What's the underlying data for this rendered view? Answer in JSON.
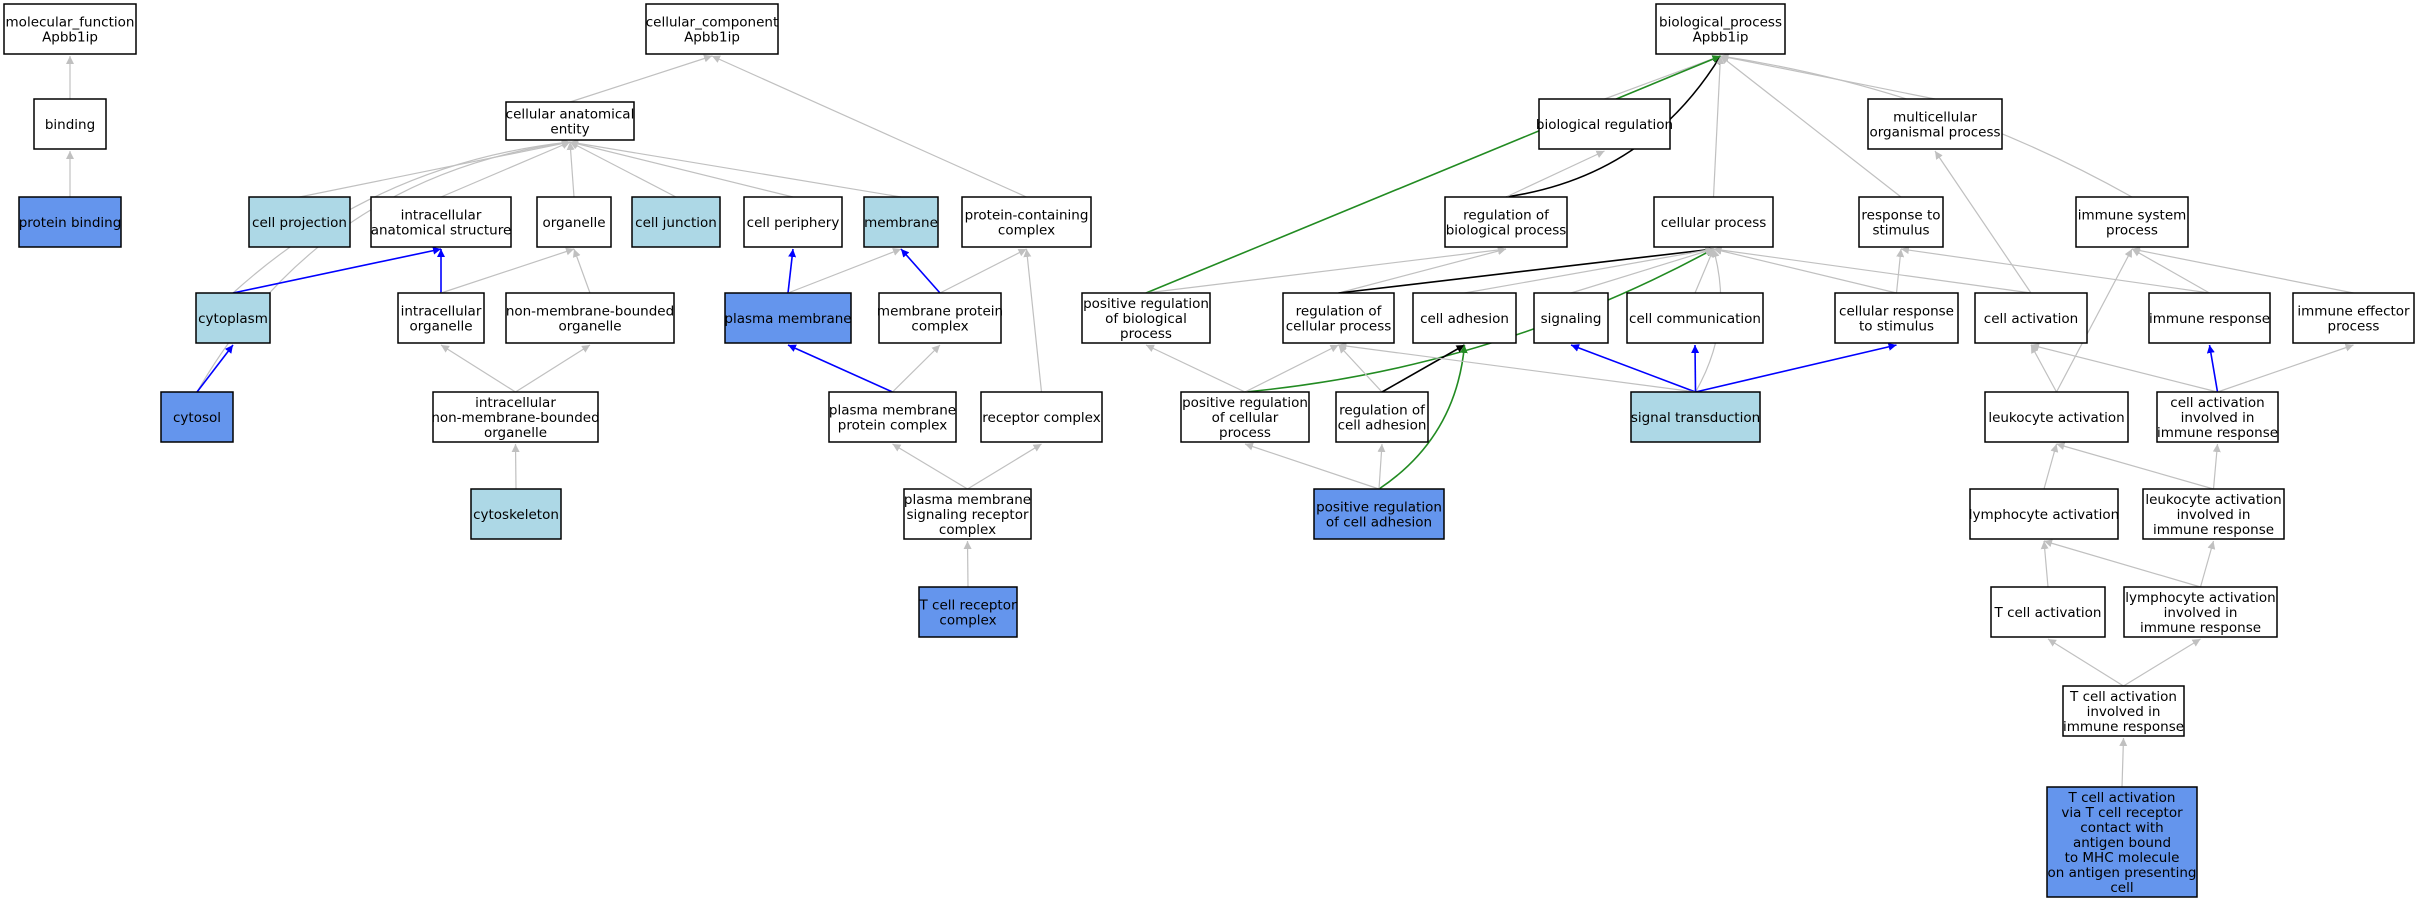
{
  "colors": {
    "white": "#ffffff",
    "light": "#add8e6",
    "dark": "#6495ed",
    "edge_grey": "#c0c0c0",
    "edge_blue": "#0000ff",
    "edge_black": "#000000",
    "edge_green": "#228b22"
  },
  "nodes": [
    {
      "id": "mf",
      "label": [
        "molecular_function",
        "Apbb1ip"
      ],
      "fill": "white"
    },
    {
      "id": "binding",
      "label": [
        "binding"
      ],
      "fill": "white"
    },
    {
      "id": "protein_binding",
      "label": [
        "protein binding"
      ],
      "fill": "dark"
    },
    {
      "id": "cc",
      "label": [
        "cellular_component",
        "Apbb1ip"
      ],
      "fill": "white"
    },
    {
      "id": "cae",
      "label": [
        "cellular anatomical",
        "entity"
      ],
      "fill": "white"
    },
    {
      "id": "cell_projection",
      "label": [
        "cell projection"
      ],
      "fill": "light"
    },
    {
      "id": "ias",
      "label": [
        "intracellular",
        "anatomical structure"
      ],
      "fill": "white"
    },
    {
      "id": "organelle",
      "label": [
        "organelle"
      ],
      "fill": "white"
    },
    {
      "id": "cell_junction",
      "label": [
        "cell junction"
      ],
      "fill": "light"
    },
    {
      "id": "cell_periphery",
      "label": [
        "cell periphery"
      ],
      "fill": "white"
    },
    {
      "id": "membrane",
      "label": [
        "membrane"
      ],
      "fill": "light"
    },
    {
      "id": "pcc",
      "label": [
        "protein-containing",
        "complex"
      ],
      "fill": "white"
    },
    {
      "id": "cytoplasm",
      "label": [
        "cytoplasm"
      ],
      "fill": "light"
    },
    {
      "id": "io",
      "label": [
        "intracellular",
        "organelle"
      ],
      "fill": "white"
    },
    {
      "id": "nmbo",
      "label": [
        "non-membrane-bounded",
        "organelle"
      ],
      "fill": "white"
    },
    {
      "id": "plasma_membrane",
      "label": [
        "plasma membrane"
      ],
      "fill": "dark"
    },
    {
      "id": "mpc",
      "label": [
        "membrane protein",
        "complex"
      ],
      "fill": "white"
    },
    {
      "id": "cytosol",
      "label": [
        "cytosol"
      ],
      "fill": "dark"
    },
    {
      "id": "inmbo",
      "label": [
        "intracellular",
        "non-membrane-bounded",
        "organelle"
      ],
      "fill": "white"
    },
    {
      "id": "pmpc",
      "label": [
        "plasma membrane",
        "protein complex"
      ],
      "fill": "white"
    },
    {
      "id": "receptor_complex",
      "label": [
        "receptor complex"
      ],
      "fill": "white"
    },
    {
      "id": "cytoskeleton",
      "label": [
        "cytoskeleton"
      ],
      "fill": "light"
    },
    {
      "id": "pmsrc",
      "label": [
        "plasma membrane",
        "signaling receptor",
        "complex"
      ],
      "fill": "white"
    },
    {
      "id": "tcr_complex",
      "label": [
        "T cell receptor",
        "complex"
      ],
      "fill": "dark"
    },
    {
      "id": "bp",
      "label": [
        "biological_process",
        "Apbb1ip"
      ],
      "fill": "white"
    },
    {
      "id": "bio_reg",
      "label": [
        "biological regulation"
      ],
      "fill": "white"
    },
    {
      "id": "multicellular",
      "label": [
        "multicellular",
        "organismal process"
      ],
      "fill": "white"
    },
    {
      "id": "reg_bp",
      "label": [
        "regulation of",
        "biological process"
      ],
      "fill": "white"
    },
    {
      "id": "cellular_process",
      "label": [
        "cellular process"
      ],
      "fill": "white"
    },
    {
      "id": "response_stim",
      "label": [
        "response to",
        "stimulus"
      ],
      "fill": "white"
    },
    {
      "id": "immune_system",
      "label": [
        "immune system",
        "process"
      ],
      "fill": "white"
    },
    {
      "id": "pos_reg_bp",
      "label": [
        "positive regulation",
        "of biological",
        "process"
      ],
      "fill": "white"
    },
    {
      "id": "reg_cp",
      "label": [
        "regulation of",
        "cellular process"
      ],
      "fill": "white"
    },
    {
      "id": "cell_adhesion",
      "label": [
        "cell adhesion"
      ],
      "fill": "white"
    },
    {
      "id": "signaling",
      "label": [
        "signaling"
      ],
      "fill": "white"
    },
    {
      "id": "cell_comm",
      "label": [
        "cell communication"
      ],
      "fill": "white"
    },
    {
      "id": "cell_resp_stim",
      "label": [
        "cellular response",
        "to stimulus"
      ],
      "fill": "white"
    },
    {
      "id": "cell_activation",
      "label": [
        "cell activation"
      ],
      "fill": "white"
    },
    {
      "id": "immune_response",
      "label": [
        "immune response"
      ],
      "fill": "white"
    },
    {
      "id": "immune_effector",
      "label": [
        "immune effector",
        "process"
      ],
      "fill": "white"
    },
    {
      "id": "pos_reg_cp",
      "label": [
        "positive regulation",
        "of cellular",
        "process"
      ],
      "fill": "white"
    },
    {
      "id": "reg_ca",
      "label": [
        "regulation of",
        "cell adhesion"
      ],
      "fill": "white"
    },
    {
      "id": "signal_trans",
      "label": [
        "signal transduction"
      ],
      "fill": "light"
    },
    {
      "id": "leuk_act",
      "label": [
        "leukocyte activation"
      ],
      "fill": "white"
    },
    {
      "id": "ca_immune",
      "label": [
        "cell activation",
        "involved in",
        "immune response"
      ],
      "fill": "white"
    },
    {
      "id": "pos_reg_ca",
      "label": [
        "positive regulation",
        "of cell adhesion"
      ],
      "fill": "dark"
    },
    {
      "id": "lymph_act",
      "label": [
        "lymphocyte activation"
      ],
      "fill": "white"
    },
    {
      "id": "leuk_immune",
      "label": [
        "leukocyte activation",
        "involved in",
        "immune response"
      ],
      "fill": "white"
    },
    {
      "id": "tcell_act",
      "label": [
        "T cell activation"
      ],
      "fill": "white"
    },
    {
      "id": "lymph_immune",
      "label": [
        "lymphocyte activation",
        "involved in",
        "immune response"
      ],
      "fill": "white"
    },
    {
      "id": "tcell_immune",
      "label": [
        "T cell activation",
        "involved in",
        "immune response"
      ],
      "fill": "white"
    },
    {
      "id": "tcell_tcr",
      "label": [
        "T cell activation",
        "via T cell receptor",
        "contact with",
        "antigen bound",
        "to MHC molecule",
        "on antigen presenting",
        "cell"
      ],
      "fill": "dark"
    }
  ],
  "edges": [
    {
      "from": "binding",
      "to": "mf",
      "color": "grey"
    },
    {
      "from": "protein_binding",
      "to": "binding",
      "color": "grey"
    },
    {
      "from": "cae",
      "to": "cc",
      "color": "grey"
    },
    {
      "from": "pcc",
      "to": "cc",
      "color": "grey"
    },
    {
      "from": "cell_projection",
      "to": "cae",
      "color": "grey"
    },
    {
      "from": "ias",
      "to": "cae",
      "color": "grey"
    },
    {
      "from": "organelle",
      "to": "cae",
      "color": "grey"
    },
    {
      "from": "cell_junction",
      "to": "cae",
      "color": "grey"
    },
    {
      "from": "cell_periphery",
      "to": "cae",
      "color": "grey"
    },
    {
      "from": "membrane",
      "to": "cae",
      "color": "grey"
    },
    {
      "from": "cytoplasm",
      "to": "cae",
      "color": "grey"
    },
    {
      "from": "cytosol",
      "to": "cae",
      "color": "grey"
    },
    {
      "from": "cytoplasm",
      "to": "ias",
      "color": "blue"
    },
    {
      "from": "io",
      "to": "ias",
      "color": "blue"
    },
    {
      "from": "io",
      "to": "organelle",
      "color": "grey"
    },
    {
      "from": "nmbo",
      "to": "organelle",
      "color": "grey"
    },
    {
      "from": "plasma_membrane",
      "to": "cell_periphery",
      "color": "blue"
    },
    {
      "from": "plasma_membrane",
      "to": "membrane",
      "color": "grey"
    },
    {
      "from": "mpc",
      "to": "membrane",
      "color": "blue"
    },
    {
      "from": "mpc",
      "to": "pcc",
      "color": "grey"
    },
    {
      "from": "receptor_complex",
      "to": "pcc",
      "color": "grey"
    },
    {
      "from": "cytosol",
      "to": "cytoplasm",
      "color": "blue"
    },
    {
      "from": "inmbo",
      "to": "io",
      "color": "grey"
    },
    {
      "from": "inmbo",
      "to": "nmbo",
      "color": "grey"
    },
    {
      "from": "pmpc",
      "to": "plasma_membrane",
      "color": "blue"
    },
    {
      "from": "pmpc",
      "to": "mpc",
      "color": "grey"
    },
    {
      "from": "cytoskeleton",
      "to": "inmbo",
      "color": "grey"
    },
    {
      "from": "pmsrc",
      "to": "pmpc",
      "color": "grey"
    },
    {
      "from": "pmsrc",
      "to": "receptor_complex",
      "color": "grey"
    },
    {
      "from": "tcr_complex",
      "to": "pmsrc",
      "color": "grey"
    },
    {
      "from": "bio_reg",
      "to": "bp",
      "color": "grey"
    },
    {
      "from": "multicellular",
      "to": "bp",
      "color": "grey"
    },
    {
      "from": "reg_bp",
      "to": "bp",
      "color": "black"
    },
    {
      "from": "cellular_process",
      "to": "bp",
      "color": "grey"
    },
    {
      "from": "response_stim",
      "to": "bp",
      "color": "grey"
    },
    {
      "from": "immune_system",
      "to": "bp",
      "color": "grey"
    },
    {
      "from": "pos_reg_bp",
      "to": "bp",
      "color": "green"
    },
    {
      "from": "reg_bp",
      "to": "bio_reg",
      "color": "grey"
    },
    {
      "from": "pos_reg_bp",
      "to": "reg_bp",
      "color": "grey"
    },
    {
      "from": "reg_cp",
      "to": "reg_bp",
      "color": "grey"
    },
    {
      "from": "reg_cp",
      "to": "cellular_process",
      "color": "black"
    },
    {
      "from": "pos_reg_cp",
      "to": "cellular_process",
      "color": "green"
    },
    {
      "from": "cell_adhesion",
      "to": "cellular_process",
      "color": "grey"
    },
    {
      "from": "signaling",
      "to": "cellular_process",
      "color": "grey"
    },
    {
      "from": "cell_comm",
      "to": "cellular_process",
      "color": "grey"
    },
    {
      "from": "cell_resp_stim",
      "to": "cellular_process",
      "color": "grey"
    },
    {
      "from": "cell_activation",
      "to": "cellular_process",
      "color": "grey"
    },
    {
      "from": "signal_trans",
      "to": "cellular_process",
      "color": "grey"
    },
    {
      "from": "cell_resp_stim",
      "to": "response_stim",
      "color": "grey"
    },
    {
      "from": "immune_response",
      "to": "response_stim",
      "color": "grey"
    },
    {
      "from": "cell_activation",
      "to": "multicellular",
      "color": "grey"
    },
    {
      "from": "immune_response",
      "to": "immune_system",
      "color": "grey"
    },
    {
      "from": "immune_effector",
      "to": "immune_system",
      "color": "grey"
    },
    {
      "from": "leuk_act",
      "to": "immune_system",
      "color": "grey"
    },
    {
      "from": "pos_reg_cp",
      "to": "reg_cp",
      "color": "grey"
    },
    {
      "from": "pos_reg_cp",
      "to": "pos_reg_bp",
      "color": "grey"
    },
    {
      "from": "reg_ca",
      "to": "reg_cp",
      "color": "grey"
    },
    {
      "from": "reg_ca",
      "to": "cell_adhesion",
      "color": "black"
    },
    {
      "from": "pos_reg_ca",
      "to": "cell_adhesion",
      "color": "green"
    },
    {
      "from": "pos_reg_ca",
      "to": "pos_reg_cp",
      "color": "grey"
    },
    {
      "from": "pos_reg_ca",
      "to": "reg_ca",
      "color": "grey"
    },
    {
      "from": "signal_trans",
      "to": "signaling",
      "color": "blue"
    },
    {
      "from": "signal_trans",
      "to": "cell_comm",
      "color": "blue"
    },
    {
      "from": "signal_trans",
      "to": "cell_resp_stim",
      "color": "blue"
    },
    {
      "from": "signal_trans",
      "to": "reg_cp",
      "color": "grey"
    },
    {
      "from": "leuk_act",
      "to": "cell_activation",
      "color": "grey"
    },
    {
      "from": "ca_immune",
      "to": "cell_activation",
      "color": "grey"
    },
    {
      "from": "ca_immune",
      "to": "immune_response",
      "color": "blue"
    },
    {
      "from": "ca_immune",
      "to": "immune_effector",
      "color": "grey"
    },
    {
      "from": "lymph_act",
      "to": "leuk_act",
      "color": "grey"
    },
    {
      "from": "leuk_immune",
      "to": "leuk_act",
      "color": "grey"
    },
    {
      "from": "leuk_immune",
      "to": "ca_immune",
      "color": "grey"
    },
    {
      "from": "tcell_act",
      "to": "lymph_act",
      "color": "grey"
    },
    {
      "from": "lymph_immune",
      "to": "lymph_act",
      "color": "grey"
    },
    {
      "from": "lymph_immune",
      "to": "leuk_immune",
      "color": "grey"
    },
    {
      "from": "tcell_immune",
      "to": "tcell_act",
      "color": "grey"
    },
    {
      "from": "tcell_immune",
      "to": "lymph_immune",
      "color": "grey"
    },
    {
      "from": "tcell_tcr",
      "to": "tcell_immune",
      "color": "grey"
    }
  ]
}
